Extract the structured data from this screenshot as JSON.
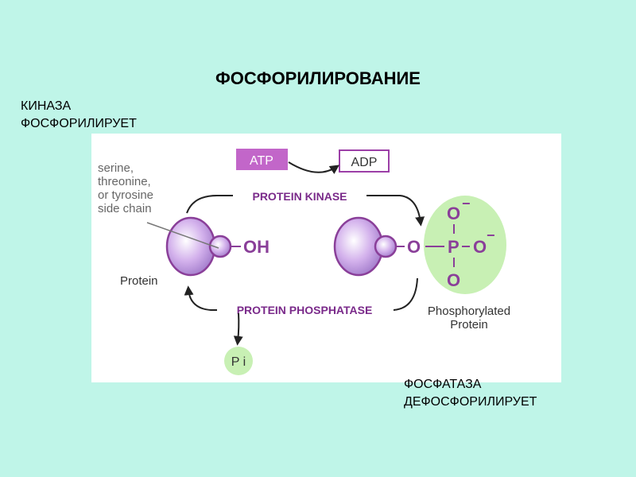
{
  "title": "ФОСФОРИЛИРОВАНИЕ",
  "kinase_note": {
    "line1": "КИНАЗА",
    "line2": "ФОСФОРИЛИРУЕТ"
  },
  "phosphatase_note": {
    "line1": "ФОСФАТАЗА",
    "line2": "ДЕФОСФОРИЛИРУЕТ"
  },
  "diagram": {
    "atp": "ATP",
    "adp": "ADP",
    "side_chain_label": [
      "serine,",
      "threonine,",
      "or tyrosine",
      "side chain"
    ],
    "kinase_label": "PROTEIN KINASE",
    "phosphatase_label": "PROTEIN PHOSPHATASE",
    "protein_label": "Protein",
    "oh_label": "OH",
    "pi_label": "P i",
    "phospho_o_link": "O",
    "phospho_p": "P",
    "phospho_o_top": "O",
    "phospho_o_right": "O",
    "phospho_o_bottom": "O",
    "charge_minus": "−",
    "phosphorylated_label": [
      "Phosphorylated",
      "Protein"
    ]
  },
  "colors": {
    "background": "#bff5e8",
    "purple_text": "#7a2a8a",
    "atp_fill": "#c266c9",
    "protein_fill": "#c9a3e6",
    "phosphate_fill": "#c8f0b4"
  }
}
